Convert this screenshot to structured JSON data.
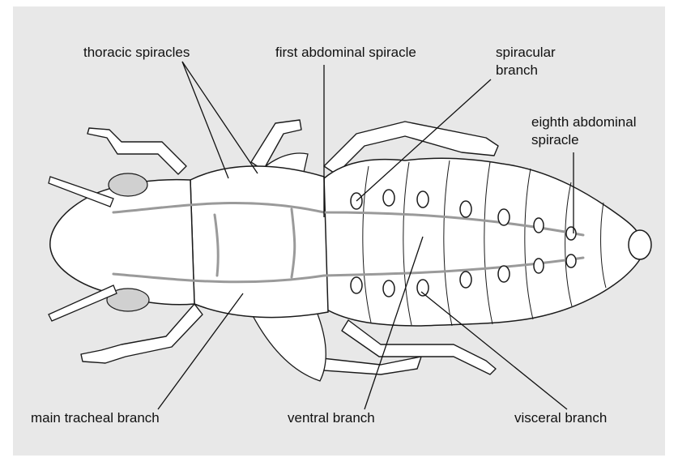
{
  "labels": {
    "thoracic_spiracles": "thoracic spiracles",
    "first_abdominal_spiracle": "first abdominal spiracle",
    "spiracular_branch_1": "spiracular",
    "spiracular_branch_2": "branch",
    "eighth_abdominal_spiracle_1": "eighth abdominal",
    "eighth_abdominal_spiracle_2": "spiracle",
    "main_tracheal_branch": "main tracheal branch",
    "ventral_branch": "ventral branch",
    "visceral_branch": "visceral branch"
  },
  "colors": {
    "panel": "#e8e8e8",
    "body_fill": "#ffffff",
    "outline": "#1a1a1a",
    "trachea": "#9a9a9a",
    "leader": "#111111"
  }
}
